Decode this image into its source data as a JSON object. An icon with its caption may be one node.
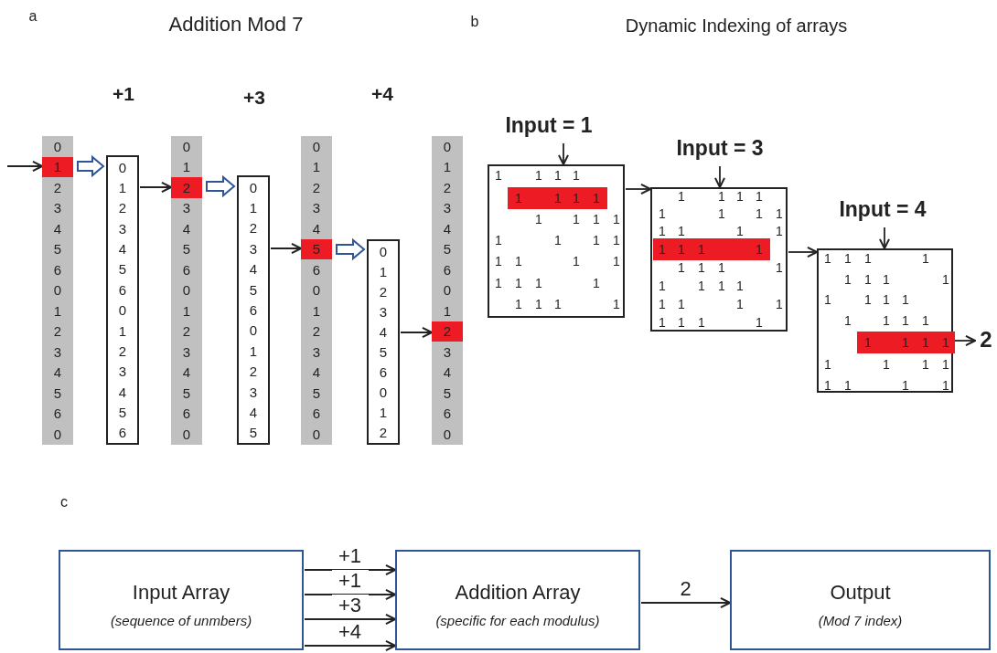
{
  "diagram": {
    "nodes": [
      {
        "text": [
          "0",
          "2",
          "3",
          "4",
          "5",
          "6",
          "0",
          "1",
          "2",
          "3",
          "4",
          "5",
          "6",
          "0"
        ]
      },
      {
        "text": [
          "1"
        ],
        "in": 0
      },
      {
        "text": [
          "0",
          "1",
          "2",
          "3",
          "4",
          "5",
          "6",
          "0",
          "1",
          "2",
          "3",
          "4",
          "5",
          "6"
        ]
      },
      {
        "text": [
          "0",
          "1",
          "3",
          "4",
          "5",
          "6",
          "0",
          "1",
          "2",
          "3",
          "4",
          "5",
          "6",
          "0"
        ]
      },
      {
        "text": [
          "2"
        ],
        "in": 3
      },
      {
        "text": [
          "0",
          "1",
          "2",
          "3",
          "4",
          "5",
          "6",
          "0",
          "1",
          "2",
          "3",
          "4",
          "5"
        ]
      },
      {
        "text": [
          "0",
          "1",
          "2",
          "3",
          "4",
          "6",
          "0",
          "1",
          "2",
          "3",
          "4",
          "5",
          "6",
          "0"
        ]
      },
      {
        "text": [
          "5"
        ],
        "in": 6
      },
      {
        "text": [
          "0",
          "1",
          "2",
          "3",
          "4",
          "5",
          "6",
          "0",
          "1",
          "2"
        ]
      },
      {
        "text": [
          "0",
          "1",
          "2",
          "3",
          "4",
          "5",
          "6",
          "0",
          "1",
          "3",
          "4",
          "5",
          "6",
          "0"
        ]
      },
      {
        "text": [
          "2"
        ],
        "in": 9
      },
      {
        "text": [],
        "shape": "box",
        "beside": [
          "Input = 1"
        ]
      },
      {
        "text": [
          "1",
          "1",
          "1",
          "1"
        ],
        "in": 11
      },
      {
        "text": [
          "1",
          "1",
          "1",
          "1"
        ],
        "in": 11
      },
      {
        "text": [
          "1",
          "1",
          "1",
          "1"
        ],
        "in": 11
      },
      {
        "text": [
          "1",
          "1",
          "1",
          "1"
        ],
        "in": 11
      },
      {
        "text": [
          "1",
          "1",
          "1",
          "1"
        ],
        "in": 11
      },
      {
        "text": [
          "1",
          "1",
          "1",
          "1"
        ],
        "in": 11
      },
      {
        "text": [
          "1",
          "1",
          "1",
          "1"
        ],
        "in": 11
      },
      {
        "text": [],
        "shape": "box",
        "beside": [
          "Input = 3"
        ]
      },
      {
        "text": [
          "1",
          "1",
          "1",
          "1"
        ],
        "in": 19
      },
      {
        "text": [
          "1",
          "1",
          "1",
          "1"
        ],
        "in": 19
      },
      {
        "text": [
          "1",
          "1",
          "1",
          "1"
        ],
        "in": 19
      },
      {
        "text": [
          "1",
          "1",
          "1",
          "1"
        ],
        "in": 19
      },
      {
        "text": [
          "1",
          "1",
          "1",
          "1"
        ],
        "in": 19
      },
      {
        "text": [
          "1",
          "1",
          "1",
          "1"
        ],
        "in": 19
      },
      {
        "text": [
          "1",
          "1",
          "1",
          "1"
        ],
        "in": 19
      },
      {
        "text": [
          "1",
          "1",
          "1",
          "1"
        ],
        "in": 19
      },
      {
        "text": [],
        "shape": "box",
        "beside": [
          "Input = 4"
        ]
      },
      {
        "text": [
          "1",
          "1",
          "1",
          "1"
        ],
        "in": 28
      },
      {
        "text": [
          "1",
          "1",
          "1",
          "1"
        ],
        "in": 28
      },
      {
        "text": [
          "1",
          "1",
          "1",
          "1"
        ],
        "in": 28
      },
      {
        "text": [
          "1",
          "1",
          "1",
          "1"
        ],
        "in": 28
      },
      {
        "text": [
          "1",
          "1",
          "1",
          "1"
        ],
        "in": 28
      },
      {
        "text": [
          "1",
          "1",
          "1",
          "1"
        ],
        "in": 28
      },
      {
        "text": [
          "1",
          "1",
          "1",
          "1"
        ],
        "in": 28
      },
      {
        "text": [
          "2"
        ]
      },
      {
        "text": [
          "Input Array",
          "(sequence of unmbers)"
        ]
      },
      {
        "text": [
          "Addition Array",
          "(specific for each modulus)"
        ]
      },
      {
        "text": [
          "Output",
          "(Mod 7 index)"
        ]
      }
    ],
    "edges": [
      {
        "from": null,
        "to": 1,
        "arrow": "to"
      },
      {
        "from": 1,
        "to": 2,
        "arrow": "to",
        "style": "thick",
        "color": "#2f5597"
      },
      {
        "from": 2,
        "to": 4,
        "arrow": "to"
      },
      {
        "from": 4,
        "to": 5,
        "arrow": "to",
        "style": "thick",
        "color": "#2f5597"
      },
      {
        "from": 5,
        "to": 7,
        "arrow": "to"
      },
      {
        "from": 7,
        "to": 8,
        "arrow": "to",
        "style": "thick",
        "color": "#2f5597"
      },
      {
        "from": 8,
        "to": 10,
        "arrow": "to"
      },
      {
        "from": null,
        "to": 11,
        "arrow": "to"
      },
      {
        "from": 11,
        "to": 19,
        "arrow": "to"
      },
      {
        "from": null,
        "to": 19,
        "arrow": "to"
      },
      {
        "from": 19,
        "to": 28,
        "arrow": "to"
      },
      {
        "from": null,
        "to": 28,
        "arrow": "to"
      },
      {
        "from": 33,
        "to": 36,
        "arrow": "to"
      },
      {
        "from": 37,
        "to": 38,
        "arrow": "to",
        "label": "+1"
      },
      {
        "from": 37,
        "to": 38,
        "arrow": "to",
        "label": "+1"
      },
      {
        "from": 37,
        "to": 38,
        "arrow": "to",
        "label": "+3"
      },
      {
        "from": 37,
        "to": 38,
        "arrow": "to",
        "label": "+4"
      },
      {
        "from": 38,
        "to": 39,
        "arrow": "to",
        "label": "2"
      }
    ],
    "labels": [
      "a",
      "Addition Mod 7",
      "b",
      "Dynamic Indexing of arrays",
      "+1",
      "+3",
      "+4",
      "c"
    ]
  }
}
